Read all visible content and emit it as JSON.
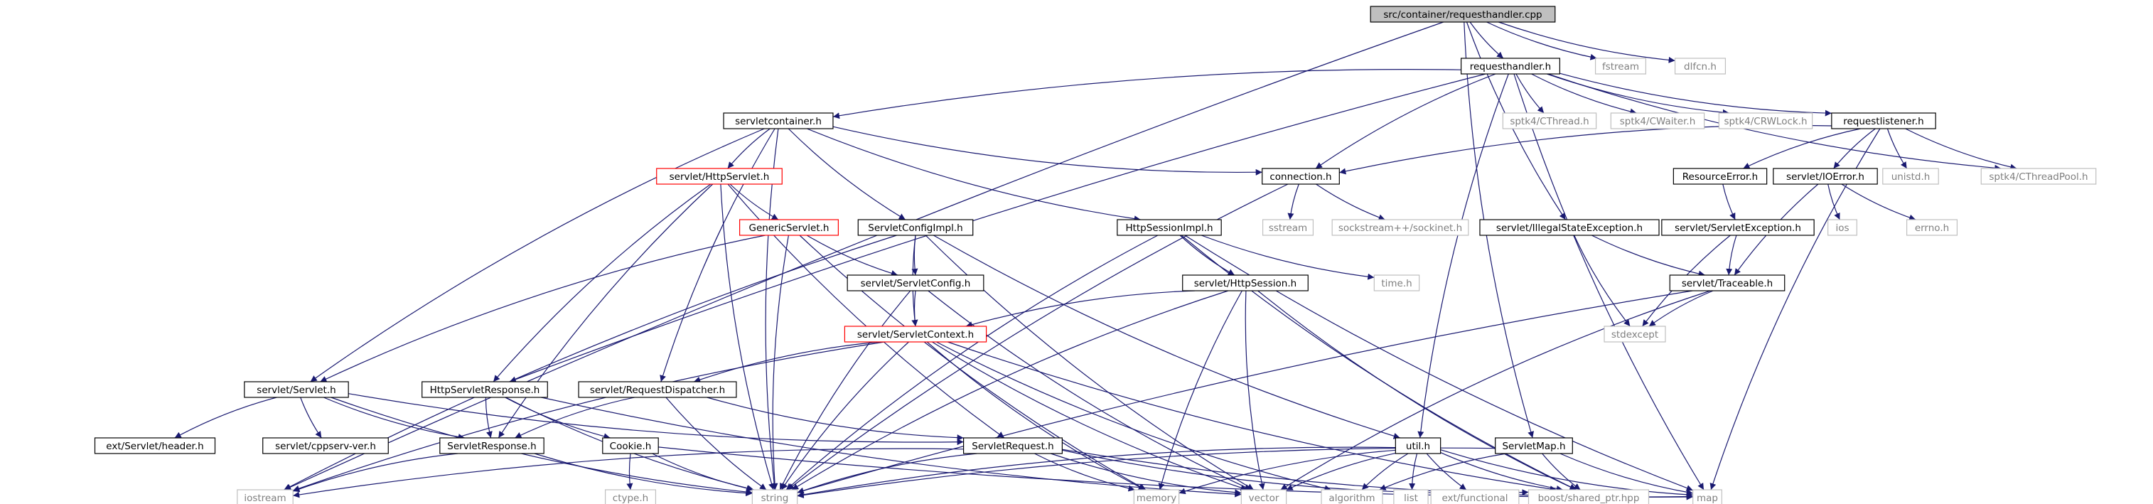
{
  "colors": {
    "root_fill": "#bfbfbf",
    "box_border": "#000000",
    "missing_border": "#bfbfbf",
    "red_border": "#ff0000",
    "edge": "#191970",
    "text": "#000000",
    "missing_text": "#7f7f7f"
  },
  "nodes": [
    {
      "id": "root",
      "label": "src/container/requesthandler.cpp",
      "style": "root"
    },
    {
      "id": "requesthandler_h",
      "label": "requesthandler.h",
      "style": "box"
    },
    {
      "id": "fstream",
      "label": "fstream",
      "style": "missing"
    },
    {
      "id": "dlfcn_h",
      "label": "dlfcn.h",
      "style": "missing"
    },
    {
      "id": "servletcontainer_h",
      "label": "servletcontainer.h",
      "style": "box"
    },
    {
      "id": "sptk4_cthread_h",
      "label": "sptk4/CThread.h",
      "style": "missing"
    },
    {
      "id": "sptk4_cwaiter_h",
      "label": "sptk4/CWaiter.h",
      "style": "missing"
    },
    {
      "id": "sptk4_crwlock_h",
      "label": "sptk4/CRWLock.h",
      "style": "missing"
    },
    {
      "id": "requestlistener_h",
      "label": "requestlistener.h",
      "style": "box"
    },
    {
      "id": "servlet_httpservlet_h",
      "label": "servlet/HttpServlet.h",
      "style": "red"
    },
    {
      "id": "connection_h",
      "label": "connection.h",
      "style": "box"
    },
    {
      "id": "resourceerror_h",
      "label": "ResourceError.h",
      "style": "box"
    },
    {
      "id": "servlet_ioerror_h",
      "label": "servlet/IOError.h",
      "style": "box"
    },
    {
      "id": "unistd_h",
      "label": "unistd.h",
      "style": "missing"
    },
    {
      "id": "sptk4_cthreadpool_h",
      "label": "sptk4/CThreadPool.h",
      "style": "missing"
    },
    {
      "id": "genericservlet_h",
      "label": "GenericServlet.h",
      "style": "red"
    },
    {
      "id": "servletconfigimpl_h",
      "label": "ServletConfigImpl.h",
      "style": "box"
    },
    {
      "id": "httpsessionimpl_h",
      "label": "HttpSessionImpl.h",
      "style": "box"
    },
    {
      "id": "sstream",
      "label": "sstream",
      "style": "missing"
    },
    {
      "id": "sockinet_h",
      "label": "sockstream++/sockinet.h",
      "style": "missing"
    },
    {
      "id": "servlet_illegalstateexception_h",
      "label": "servlet/IllegalStateException.h",
      "style": "box"
    },
    {
      "id": "servlet_servletexception_h",
      "label": "servlet/ServletException.h",
      "style": "box"
    },
    {
      "id": "ios",
      "label": "ios",
      "style": "missing"
    },
    {
      "id": "errno_h",
      "label": "errno.h",
      "style": "missing"
    },
    {
      "id": "servlet_servletconfig_h",
      "label": "servlet/ServletConfig.h",
      "style": "box"
    },
    {
      "id": "servlet_httpsession_h",
      "label": "servlet/HttpSession.h",
      "style": "box"
    },
    {
      "id": "time_h",
      "label": "time.h",
      "style": "missing"
    },
    {
      "id": "servlet_traceable_h",
      "label": "servlet/Traceable.h",
      "style": "box"
    },
    {
      "id": "servlet_servletcontext_h",
      "label": "servlet/ServletContext.h",
      "style": "red"
    },
    {
      "id": "stdexcept",
      "label": "stdexcept",
      "style": "missing"
    },
    {
      "id": "servlet_servlet_h",
      "label": "servlet/Servlet.h",
      "style": "box"
    },
    {
      "id": "httpservletresponse_h",
      "label": "HttpServletResponse.h",
      "style": "box"
    },
    {
      "id": "servlet_requestdispatcher_h",
      "label": "servlet/RequestDispatcher.h",
      "style": "box"
    },
    {
      "id": "ext_servlet_header_h",
      "label": "ext/Servlet/header.h",
      "style": "box"
    },
    {
      "id": "servlet_cppserv_ver_h",
      "label": "servlet/cppserv-ver.h",
      "style": "box"
    },
    {
      "id": "servletresponse_h",
      "label": "ServletResponse.h",
      "style": "box"
    },
    {
      "id": "cookie_h",
      "label": "Cookie.h",
      "style": "box"
    },
    {
      "id": "servletrequest_h",
      "label": "ServletRequest.h",
      "style": "box"
    },
    {
      "id": "util_h",
      "label": "util.h",
      "style": "box"
    },
    {
      "id": "servletmap_h",
      "label": "ServletMap.h",
      "style": "box"
    },
    {
      "id": "iostream",
      "label": "iostream",
      "style": "missing"
    },
    {
      "id": "ctype_h",
      "label": "ctype.h",
      "style": "missing"
    },
    {
      "id": "string",
      "label": "string",
      "style": "missing"
    },
    {
      "id": "memory",
      "label": "memory",
      "style": "missing"
    },
    {
      "id": "vector",
      "label": "vector",
      "style": "missing"
    },
    {
      "id": "algorithm",
      "label": "algorithm",
      "style": "missing"
    },
    {
      "id": "list",
      "label": "list",
      "style": "missing"
    },
    {
      "id": "ext_functional",
      "label": "ext/functional",
      "style": "missing"
    },
    {
      "id": "boost_shared_ptr_hpp",
      "label": "boost/shared_ptr.hpp",
      "style": "missing"
    },
    {
      "id": "map",
      "label": "map",
      "style": "missing"
    }
  ],
  "edges": [
    [
      "root",
      "requesthandler_h"
    ],
    [
      "root",
      "fstream"
    ],
    [
      "root",
      "dlfcn_h"
    ],
    [
      "root",
      "servlet_illegalstateexception_h"
    ],
    [
      "root",
      "servletmap_h"
    ],
    [
      "root",
      "iostream"
    ],
    [
      "requesthandler_h",
      "servletcontainer_h"
    ],
    [
      "requesthandler_h",
      "sptk4_cthread_h"
    ],
    [
      "requesthandler_h",
      "sptk4_cwaiter_h"
    ],
    [
      "requesthandler_h",
      "sptk4_crwlock_h"
    ],
    [
      "requesthandler_h",
      "requestlistener_h"
    ],
    [
      "requesthandler_h",
      "sptk4_cthreadpool_h"
    ],
    [
      "requesthandler_h",
      "connection_h"
    ],
    [
      "requesthandler_h",
      "util_h"
    ],
    [
      "requesthandler_h",
      "httpservletresponse_h"
    ],
    [
      "requesthandler_h",
      "map"
    ],
    [
      "servletcontainer_h",
      "servlet_httpservlet_h"
    ],
    [
      "servletcontainer_h",
      "connection_h"
    ],
    [
      "servletcontainer_h",
      "servletconfigimpl_h"
    ],
    [
      "servletcontainer_h",
      "httpsessionimpl_h"
    ],
    [
      "servletcontainer_h",
      "servlet_servlet_h"
    ],
    [
      "servletcontainer_h",
      "servlet_requestdispatcher_h"
    ],
    [
      "servletcontainer_h",
      "string"
    ],
    [
      "requestlistener_h",
      "connection_h"
    ],
    [
      "requestlistener_h",
      "resourceerror_h"
    ],
    [
      "requestlistener_h",
      "servlet_ioerror_h"
    ],
    [
      "requestlistener_h",
      "unistd_h"
    ],
    [
      "requestlistener_h",
      "sptk4_cthreadpool_h"
    ],
    [
      "requestlistener_h",
      "map"
    ],
    [
      "servlet_httpservlet_h",
      "genericservlet_h"
    ],
    [
      "servlet_httpservlet_h",
      "httpservletresponse_h"
    ],
    [
      "servlet_httpservlet_h",
      "servletrequest_h"
    ],
    [
      "servlet_httpservlet_h",
      "servletresponse_h"
    ],
    [
      "servlet_httpservlet_h",
      "string"
    ],
    [
      "connection_h",
      "sstream"
    ],
    [
      "connection_h",
      "sockinet_h"
    ],
    [
      "connection_h",
      "string"
    ],
    [
      "resourceerror_h",
      "servlet_servletexception_h"
    ],
    [
      "servlet_ioerror_h",
      "ios"
    ],
    [
      "servlet_ioerror_h",
      "errno_h"
    ],
    [
      "servlet_ioerror_h",
      "servlet_traceable_h"
    ],
    [
      "genericservlet_h",
      "servlet_servletconfig_h"
    ],
    [
      "genericservlet_h",
      "servlet_servlet_h"
    ],
    [
      "genericservlet_h",
      "string"
    ],
    [
      "genericservlet_h",
      "memory"
    ],
    [
      "servletconfigimpl_h",
      "servlet_servletconfig_h"
    ],
    [
      "servletconfigimpl_h",
      "servlet_servletcontext_h"
    ],
    [
      "servletconfigimpl_h",
      "util_h"
    ],
    [
      "servletconfigimpl_h",
      "iostream"
    ],
    [
      "servletconfigimpl_h",
      "vector"
    ],
    [
      "httpsessionimpl_h",
      "servlet_httpsession_h"
    ],
    [
      "httpsessionimpl_h",
      "time_h"
    ],
    [
      "httpsessionimpl_h",
      "string"
    ],
    [
      "httpsessionimpl_h",
      "boost_shared_ptr_hpp"
    ],
    [
      "httpsessionimpl_h",
      "map"
    ],
    [
      "servlet_illegalstateexception_h",
      "servlet_traceable_h"
    ],
    [
      "servlet_illegalstateexception_h",
      "stdexcept"
    ],
    [
      "servlet_servletexception_h",
      "servlet_traceable_h"
    ],
    [
      "servlet_servletexception_h",
      "stdexcept"
    ],
    [
      "servlet_servletconfig_h",
      "servlet_servletcontext_h"
    ],
    [
      "servlet_servletconfig_h",
      "string"
    ],
    [
      "servlet_servletconfig_h",
      "vector"
    ],
    [
      "servlet_httpsession_h",
      "servlet_servletcontext_h"
    ],
    [
      "servlet_httpsession_h",
      "string"
    ],
    [
      "servlet_httpsession_h",
      "memory"
    ],
    [
      "servlet_httpsession_h",
      "vector"
    ],
    [
      "servlet_httpsession_h",
      "boost_shared_ptr_hpp"
    ],
    [
      "servlet_traceable_h",
      "stdexcept"
    ],
    [
      "servlet_traceable_h",
      "string"
    ],
    [
      "servlet_traceable_h",
      "vector"
    ],
    [
      "servlet_servletcontext_h",
      "servlet_requestdispatcher_h"
    ],
    [
      "servlet_servletcontext_h",
      "string"
    ],
    [
      "servlet_servletcontext_h",
      "memory"
    ],
    [
      "servlet_servletcontext_h",
      "vector"
    ],
    [
      "servlet_servletcontext_h",
      "iostream"
    ],
    [
      "servlet_servletcontext_h",
      "boost_shared_ptr_hpp"
    ],
    [
      "servlet_servletcontext_h",
      "algorithm"
    ],
    [
      "servlet_servlet_h",
      "ext_servlet_header_h"
    ],
    [
      "servlet_servlet_h",
      "servlet_cppserv_ver_h"
    ],
    [
      "servlet_servlet_h",
      "servletresponse_h"
    ],
    [
      "servlet_servlet_h",
      "servletrequest_h"
    ],
    [
      "servlet_servlet_h",
      "string"
    ],
    [
      "httpservletresponse_h",
      "servletresponse_h"
    ],
    [
      "httpservletresponse_h",
      "cookie_h"
    ],
    [
      "httpservletresponse_h",
      "string"
    ],
    [
      "httpservletresponse_h",
      "vector"
    ],
    [
      "servlet_requestdispatcher_h",
      "servletresponse_h"
    ],
    [
      "servlet_requestdispatcher_h",
      "servletrequest_h"
    ],
    [
      "servlet_requestdispatcher_h",
      "string"
    ],
    [
      "servletresponse_h",
      "string"
    ],
    [
      "servletresponse_h",
      "iostream"
    ],
    [
      "cookie_h",
      "ctype_h"
    ],
    [
      "cookie_h",
      "string"
    ],
    [
      "cookie_h",
      "map"
    ],
    [
      "servletrequest_h",
      "string"
    ],
    [
      "servletrequest_h",
      "iostream"
    ],
    [
      "servletrequest_h",
      "memory"
    ],
    [
      "servletrequest_h",
      "vector"
    ],
    [
      "servletrequest_h",
      "boost_shared_ptr_hpp"
    ],
    [
      "servletrequest_h",
      "map"
    ],
    [
      "util_h",
      "string"
    ],
    [
      "util_h",
      "memory"
    ],
    [
      "util_h",
      "algorithm"
    ],
    [
      "util_h",
      "list"
    ],
    [
      "util_h",
      "ext_functional"
    ],
    [
      "util_h",
      "boost_shared_ptr_hpp"
    ],
    [
      "util_h",
      "map"
    ],
    [
      "util_h",
      "vector"
    ],
    [
      "servletmap_h",
      "string"
    ],
    [
      "servletmap_h",
      "algorithm"
    ],
    [
      "servletmap_h",
      "boost_shared_ptr_hpp"
    ],
    [
      "servletmap_h",
      "map"
    ]
  ]
}
